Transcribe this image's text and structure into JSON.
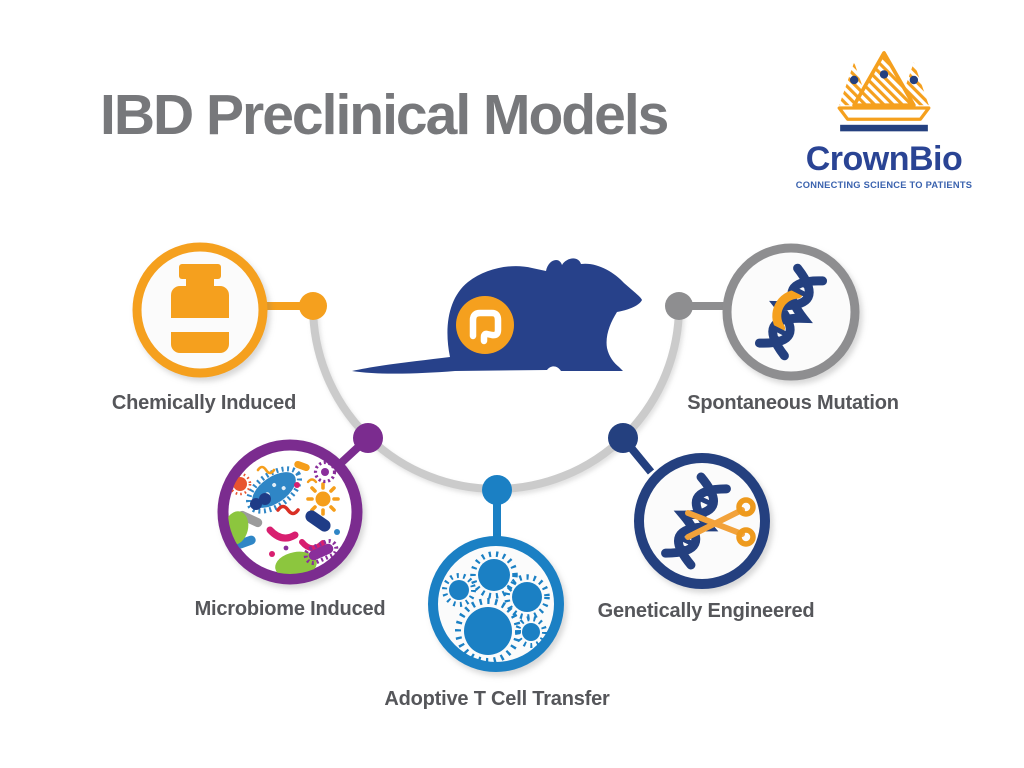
{
  "title": "IBD Preclinical Models",
  "logo": {
    "name": "CrownBio",
    "tagline": "CONNECTING SCIENCE TO PATIENTS",
    "crown_color": "#F5A01E",
    "text_color": "#2A4494",
    "tagline_color": "#3A62AE"
  },
  "center": {
    "icon": "mouse-with-colon-badge",
    "mouse_color": "#27418A",
    "badge_color": "#F5A01E"
  },
  "connector": {
    "arc_color": "#CBCBCB"
  },
  "nodes": [
    {
      "id": "chemically-induced",
      "label": "Chemically Induced",
      "color": "#F5A01E",
      "icon": "pill-bottle-icon"
    },
    {
      "id": "microbiome-induced",
      "label": "Microbiome Induced",
      "color": "#7B2C8F",
      "icon": "microbes-icon"
    },
    {
      "id": "adoptive-t-cell-transfer",
      "label": "Adoptive T Cell Transfer",
      "color": "#1B80C4",
      "icon": "t-cells-icon"
    },
    {
      "id": "genetically-engineered",
      "label": "Genetically Engineered",
      "color": "#24407F",
      "icon": "dna-scissors-icon"
    },
    {
      "id": "spontaneous-mutation",
      "label": "Spontaneous Mutation",
      "color": "#8E8E90",
      "icon": "dna-helix-icon"
    }
  ],
  "label_color": "#55565A",
  "title_color": "#77787B"
}
